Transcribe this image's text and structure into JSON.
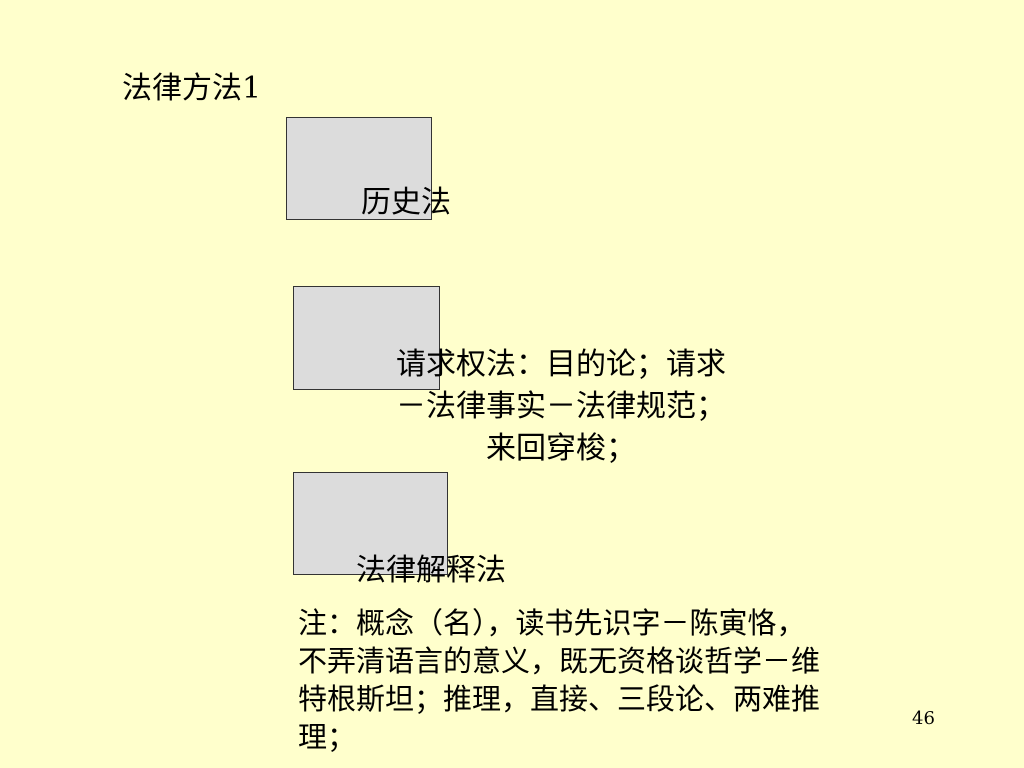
{
  "slide": {
    "title": "法律方法1",
    "item_1_label": "历史法",
    "item_2_lines": [
      "请求权法：目的论；请求",
      "－法律事实－法律规范；",
      "来回穿梭；"
    ],
    "item_3_label": "法律解释法",
    "note_lines": [
      "注：概念（名），读书先识字－陈寅恪，",
      "不弄清语言的意义，既无资格谈哲学－维",
      "特根斯坦；推理，直接、三段论、两难推",
      "理；"
    ],
    "page_number": "46"
  },
  "colors": {
    "background": "#ffffcc",
    "box_fill": "#dcdcdc",
    "box_border": "#333333",
    "text": "#000000"
  }
}
